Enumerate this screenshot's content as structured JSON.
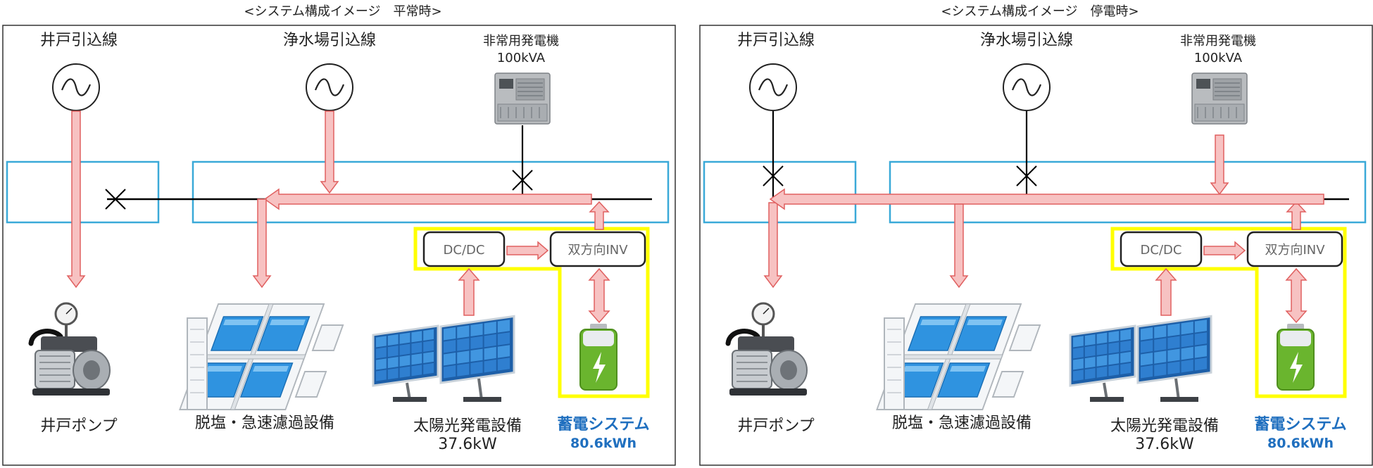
{
  "colors": {
    "frame": "#333333",
    "busbox": "#3aa9d8",
    "power_arrow_fill": "#f7c2c2",
    "power_arrow_stroke": "#e06060",
    "highlight": "#ffff00",
    "storage_text": "#1f6fbf",
    "wire": "#000000"
  },
  "panels": [
    {
      "id": "normal",
      "title": "<システム構成イメージ　平常時>",
      "well_line": "井戸引込線",
      "water_plant_line": "浄水場引込線",
      "generator_label": "非常用発電機",
      "generator_capacity": "100kVA",
      "dcdc_label": "DC/DC",
      "inv_label": "双方向INV",
      "pump_label": "井戸ポンプ",
      "filter_label": "脱塩・急速濾過設備",
      "solar_label": "太陽光発電設備",
      "solar_capacity": "37.6kW",
      "storage_label": "蓄電システム",
      "storage_capacity": "80.6kWh",
      "well_supply": "off",
      "water_plant_supply": "on",
      "generator_supply": "off"
    },
    {
      "id": "outage",
      "title": "<システム構成イメージ　停電時>",
      "well_line": "井戸引込線",
      "water_plant_line": "浄水場引込線",
      "generator_label": "非常用発電機",
      "generator_capacity": "100kVA",
      "dcdc_label": "DC/DC",
      "inv_label": "双方向INV",
      "pump_label": "井戸ポンプ",
      "filter_label": "脱塩・急速濾過設備",
      "solar_label": "太陽光発電設備",
      "solar_capacity": "37.6kW",
      "storage_label": "蓄電システム",
      "storage_capacity": "80.6kWh",
      "well_supply": "off",
      "water_plant_supply": "off",
      "generator_supply": "on"
    }
  ]
}
